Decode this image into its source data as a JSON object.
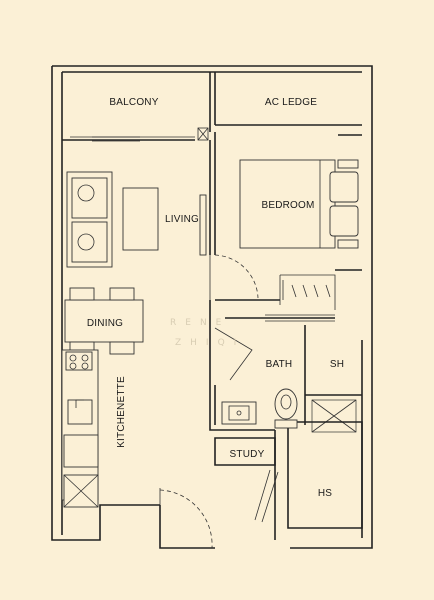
{
  "rooms": {
    "balcony": "BALCONY",
    "ac_ledge": "AC LEDGE",
    "living": "LIVING",
    "bedroom": "BEDROOM",
    "dining": "DINING",
    "bath": "BATH",
    "sh": "SH",
    "kitchenette": "KITCHENETTE",
    "study": "STUDY",
    "hs": "HS"
  },
  "watermark": {
    "line1": "RENE",
    "line2": "ZHIQI"
  }
}
